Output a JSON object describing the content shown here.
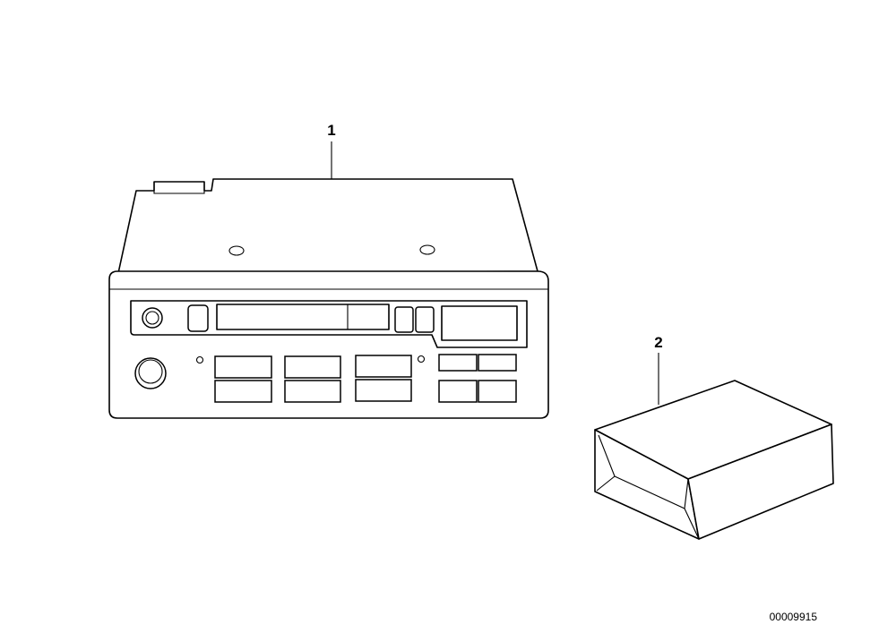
{
  "callouts": [
    {
      "number": "1"
    },
    {
      "number": "2"
    }
  ],
  "reference_number": "00009915",
  "parts": [
    {
      "part": "car-radio-cassette-unit"
    },
    {
      "part": "small-box"
    }
  ],
  "colors": {
    "line": "#000000",
    "background": "#ffffff"
  }
}
